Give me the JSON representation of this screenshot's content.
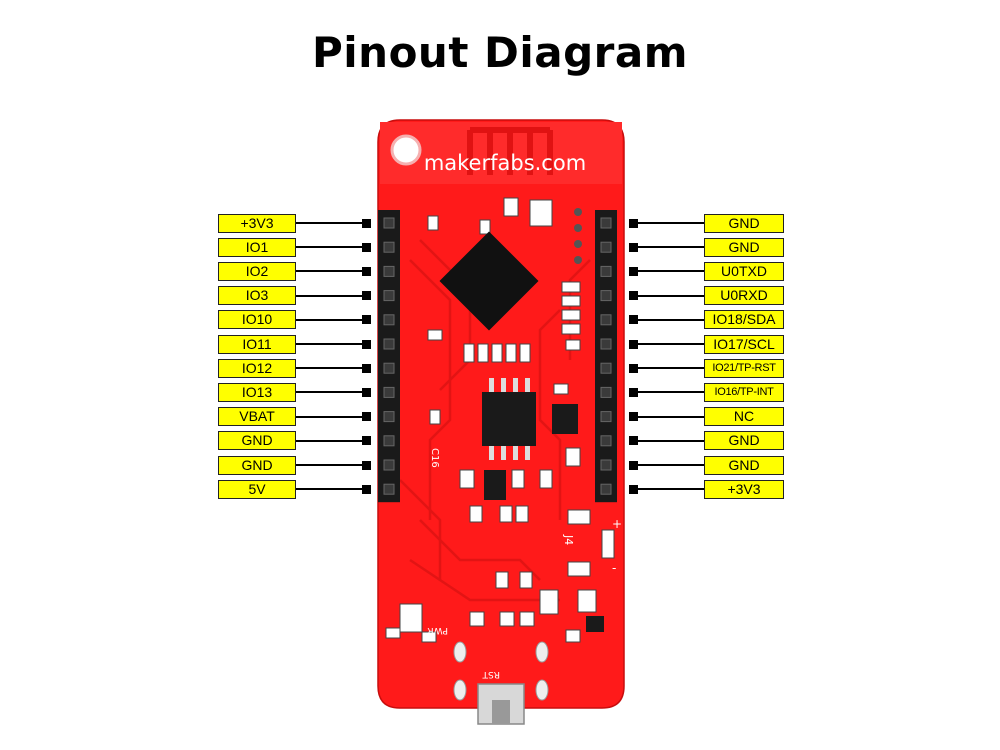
{
  "title": "Pinout Diagram",
  "colors": {
    "board": "#ff1a1a",
    "label_fill": "#ffff00",
    "pin_header": "#1a1a1a"
  },
  "board": {
    "brand_text": "makerfabs.com",
    "silkscreen": {
      "cap_label": "C16",
      "connector_label": "J4",
      "power_label": "PWR",
      "reset_label": "RST"
    }
  },
  "left_pins": [
    "+3V3",
    "IO1",
    "IO2",
    "IO3",
    "IO10",
    "IO11",
    "IO12",
    "IO13",
    "VBAT",
    "GND",
    "GND",
    "5V"
  ],
  "right_pins": [
    "GND",
    "GND",
    "U0TXD",
    "U0RXD",
    "IO18/SDA",
    "IO17/SCL",
    "IO21/TP-RST",
    "IO16/TP-INT",
    "NC",
    "GND",
    "GND",
    "+3V3"
  ]
}
